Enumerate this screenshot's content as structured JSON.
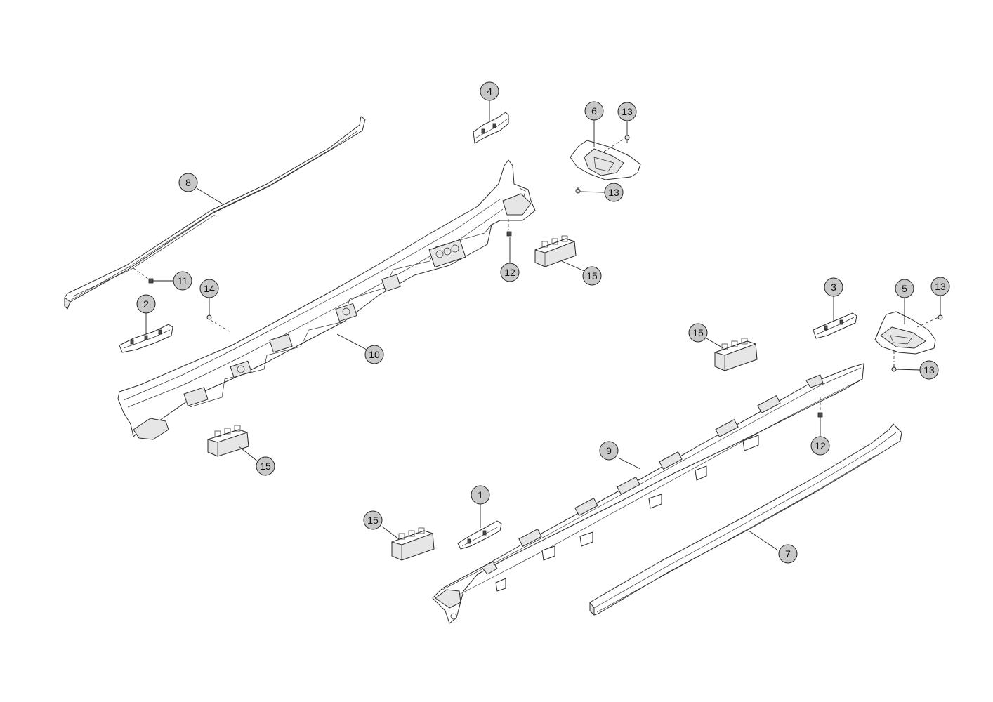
{
  "callouts": {
    "c1": "1",
    "c2": "2",
    "c3": "3",
    "c4": "4",
    "c5": "5",
    "c6": "6",
    "c7": "7",
    "c8": "8",
    "c9": "9",
    "c10": "10",
    "c11": "11",
    "c12a": "12",
    "c12b": "12",
    "c13a": "13",
    "c13b": "13",
    "c13c": "13",
    "c13d": "13",
    "c14": "14",
    "c15a": "15",
    "c15b": "15",
    "c15c": "15",
    "c15d": "15"
  }
}
